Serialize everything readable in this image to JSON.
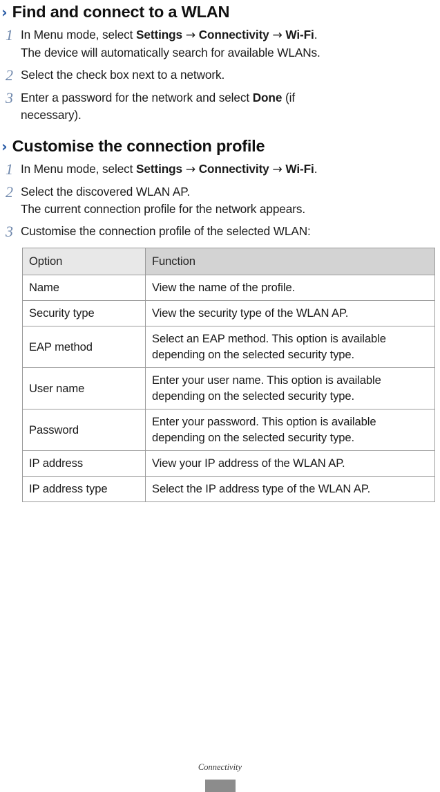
{
  "sections": [
    {
      "chevron": "›",
      "title": "Find and connect to a WLAN",
      "steps": [
        {
          "num": "1",
          "lines": [
            [
              {
                "t": "In Menu mode, select ",
                "b": false
              },
              {
                "t": "Settings",
                "b": true
              },
              {
                "t": " → ",
                "b": false
              },
              {
                "t": "Connectivity",
                "b": true
              },
              {
                "t": " → ",
                "b": false
              },
              {
                "t": "Wi-Fi",
                "b": true
              },
              {
                "t": ".",
                "b": false
              }
            ],
            [
              {
                "t": "The device will automatically search for available WLANs.",
                "b": false
              }
            ]
          ]
        },
        {
          "num": "2",
          "lines": [
            [
              {
                "t": "Select the check box next to a network.",
                "b": false
              }
            ]
          ]
        },
        {
          "num": "3",
          "lines": [
            [
              {
                "t": "Enter a password for the network and select ",
                "b": false
              },
              {
                "t": "Done",
                "b": true
              },
              {
                "t": " (if",
                "b": false
              }
            ],
            [
              {
                "t": "necessary).",
                "b": false
              }
            ]
          ]
        }
      ]
    },
    {
      "chevron": "›",
      "title": "Customise the connection profile",
      "steps": [
        {
          "num": "1",
          "lines": [
            [
              {
                "t": "In Menu mode, select ",
                "b": false
              },
              {
                "t": "Settings",
                "b": true
              },
              {
                "t": " → ",
                "b": false
              },
              {
                "t": "Connectivity",
                "b": true
              },
              {
                "t": " → ",
                "b": false
              },
              {
                "t": "Wi-Fi",
                "b": true
              },
              {
                "t": ".",
                "b": false
              }
            ]
          ]
        },
        {
          "num": "2",
          "lines": [
            [
              {
                "t": "Select the discovered WLAN AP.",
                "b": false
              }
            ],
            [
              {
                "t": "The current connection profile for the network appears.",
                "b": false
              }
            ]
          ]
        },
        {
          "num": "3",
          "lines": [
            [
              {
                "t": "Customise the connection profile of the selected WLAN:",
                "b": false
              }
            ]
          ]
        }
      ]
    }
  ],
  "table": {
    "headers": [
      "Option",
      "Function"
    ],
    "rows": [
      {
        "option": "Name",
        "function": "View the name of the profile."
      },
      {
        "option": "Security type",
        "function": "View the security type of the WLAN AP."
      },
      {
        "option": "EAP method",
        "function": "Select an EAP method. This option is available depending on the selected security type."
      },
      {
        "option": "User name",
        "function": "Enter your user name. This option is available depending on the selected security type."
      },
      {
        "option": "Password",
        "function": "Enter your password. This option is available depending on the selected security type."
      },
      {
        "option": "IP address",
        "function": "View your IP address of the WLAN AP."
      },
      {
        "option": "IP address type",
        "function": "Select the IP address type of the WLAN AP."
      }
    ]
  },
  "footer": {
    "label": "Connectivity"
  }
}
